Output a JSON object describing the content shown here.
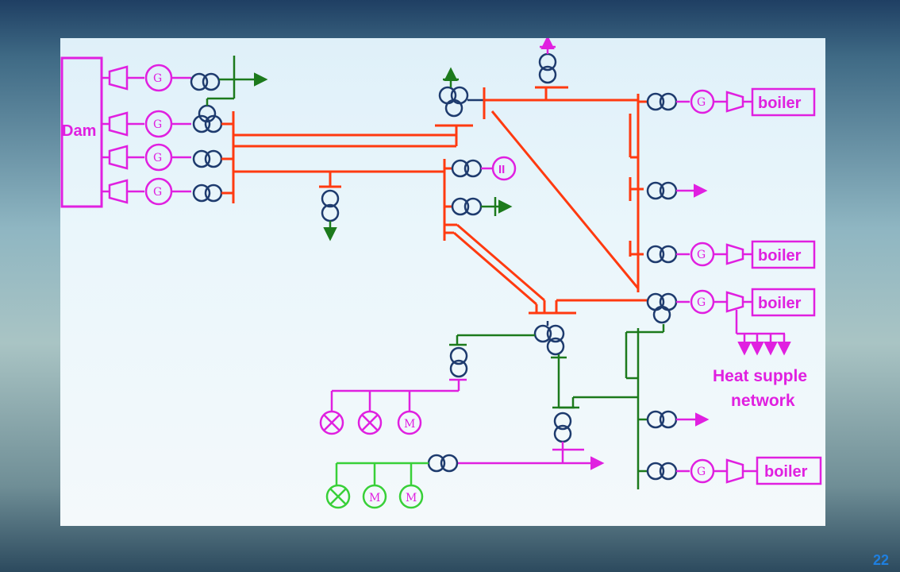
{
  "labels": {
    "dam": "Dam",
    "boiler": "boiler",
    "heat_line1": "Heat supple",
    "heat_line2": "network",
    "generator": "G",
    "motor": "M",
    "ii": "II"
  },
  "slide_number": "22",
  "colors": {
    "hydro_gen": "#e020e0",
    "busbar_hv": "#ff3a10",
    "busbar_mv": "#1c7a1c",
    "busbar_lv": "#38d038",
    "transformer": "#1e3b6e"
  },
  "icons": [
    "generator-icon",
    "transformer-icon",
    "turbine-icon",
    "lamp-load-icon",
    "motor-icon",
    "arrow-icon"
  ]
}
